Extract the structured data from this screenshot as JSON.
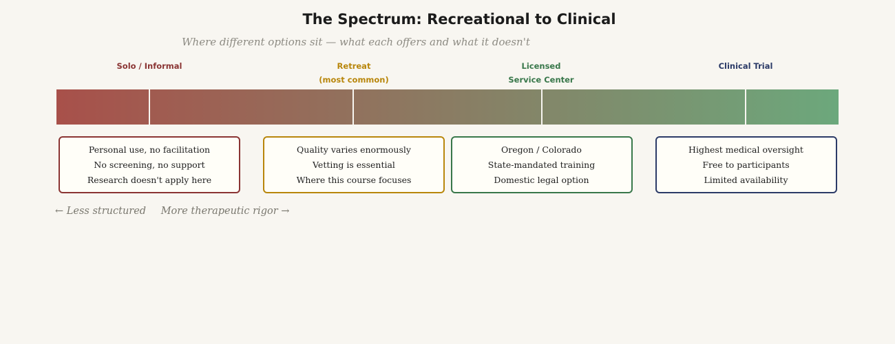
{
  "title": "The Spectrum: Recreational to Clinical",
  "subtitle": "Where different options sit — what each offers and what it doesn't",
  "footer": {
    "left": "← Less structured",
    "right": "More therapeutic rigor →"
  },
  "colors": {
    "background": "#f8f6f1",
    "bar_left": "#a8504a",
    "bar_right": "#6ca87c",
    "box_background": "#fffef8"
  },
  "columns": [
    {
      "label_line1": "Solo / Informal",
      "label_line2": "",
      "accent": "#8a3433",
      "notes": [
        "Personal use, no facilitation",
        "No screening, no support",
        "Research doesn't apply here"
      ]
    },
    {
      "label_line1": "Retreat",
      "label_line2": "(most common)",
      "accent": "#b8860b",
      "notes": [
        "Quality varies enormously",
        "Vetting is essential",
        "Where this course focuses"
      ]
    },
    {
      "label_line1": "Licensed",
      "label_line2": "Service Center",
      "accent": "#38774a",
      "notes": [
        "Oregon / Colorado",
        "State-mandated training",
        "Domestic legal option"
      ]
    },
    {
      "label_line1": "Clinical Trial",
      "label_line2": "",
      "accent": "#2b3a67",
      "notes": [
        "Highest medical oversight",
        "Free to participants",
        "Limited availability"
      ]
    }
  ]
}
